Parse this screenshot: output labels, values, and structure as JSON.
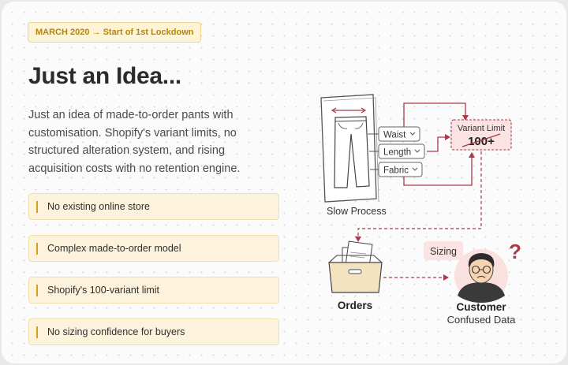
{
  "badge": "MARCH 2020 → Start of 1st Lockdown",
  "title": "Just an Idea...",
  "description": "Just an idea of made-to-order pants with customisation. Shopify's variant limits, no structured alteration system, and rising acquisition costs with no retention engine.",
  "pain_points": [
    "No existing online store",
    "Complex made-to-order model",
    "Shopify's 100-variant limit",
    "No sizing confidence for buyers"
  ],
  "diagram": {
    "options": [
      "Waist",
      "Length",
      "Fabric"
    ],
    "variant_limit_label": "Variant Limit",
    "variant_limit_value": "100+",
    "slow_process_label": "Slow Process",
    "orders_label": "Orders",
    "sizing_label": "Sizing",
    "customer_label": "Customer",
    "customer_sublabel": "Confused Data",
    "question_mark": "?",
    "colors": {
      "accent": "#a83a4a",
      "badge": "#b4860a",
      "box_fill": "#f3e3c0"
    }
  }
}
